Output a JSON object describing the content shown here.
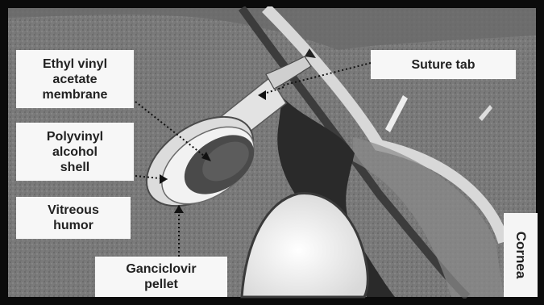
{
  "labels": {
    "ethyl_vinyl_acetate": [
      "Ethyl vinyl",
      "acetate",
      "membrane"
    ],
    "polyvinyl_alcohol": [
      "Polyvinyl",
      "alcohol",
      "shell"
    ],
    "vitreous_humor": [
      "Vitreous",
      "humor"
    ],
    "ganciclovir_pellet": [
      "Ganciclovir",
      "pellet"
    ],
    "suture_tab": "Suture tab",
    "cornea": "Cornea"
  }
}
